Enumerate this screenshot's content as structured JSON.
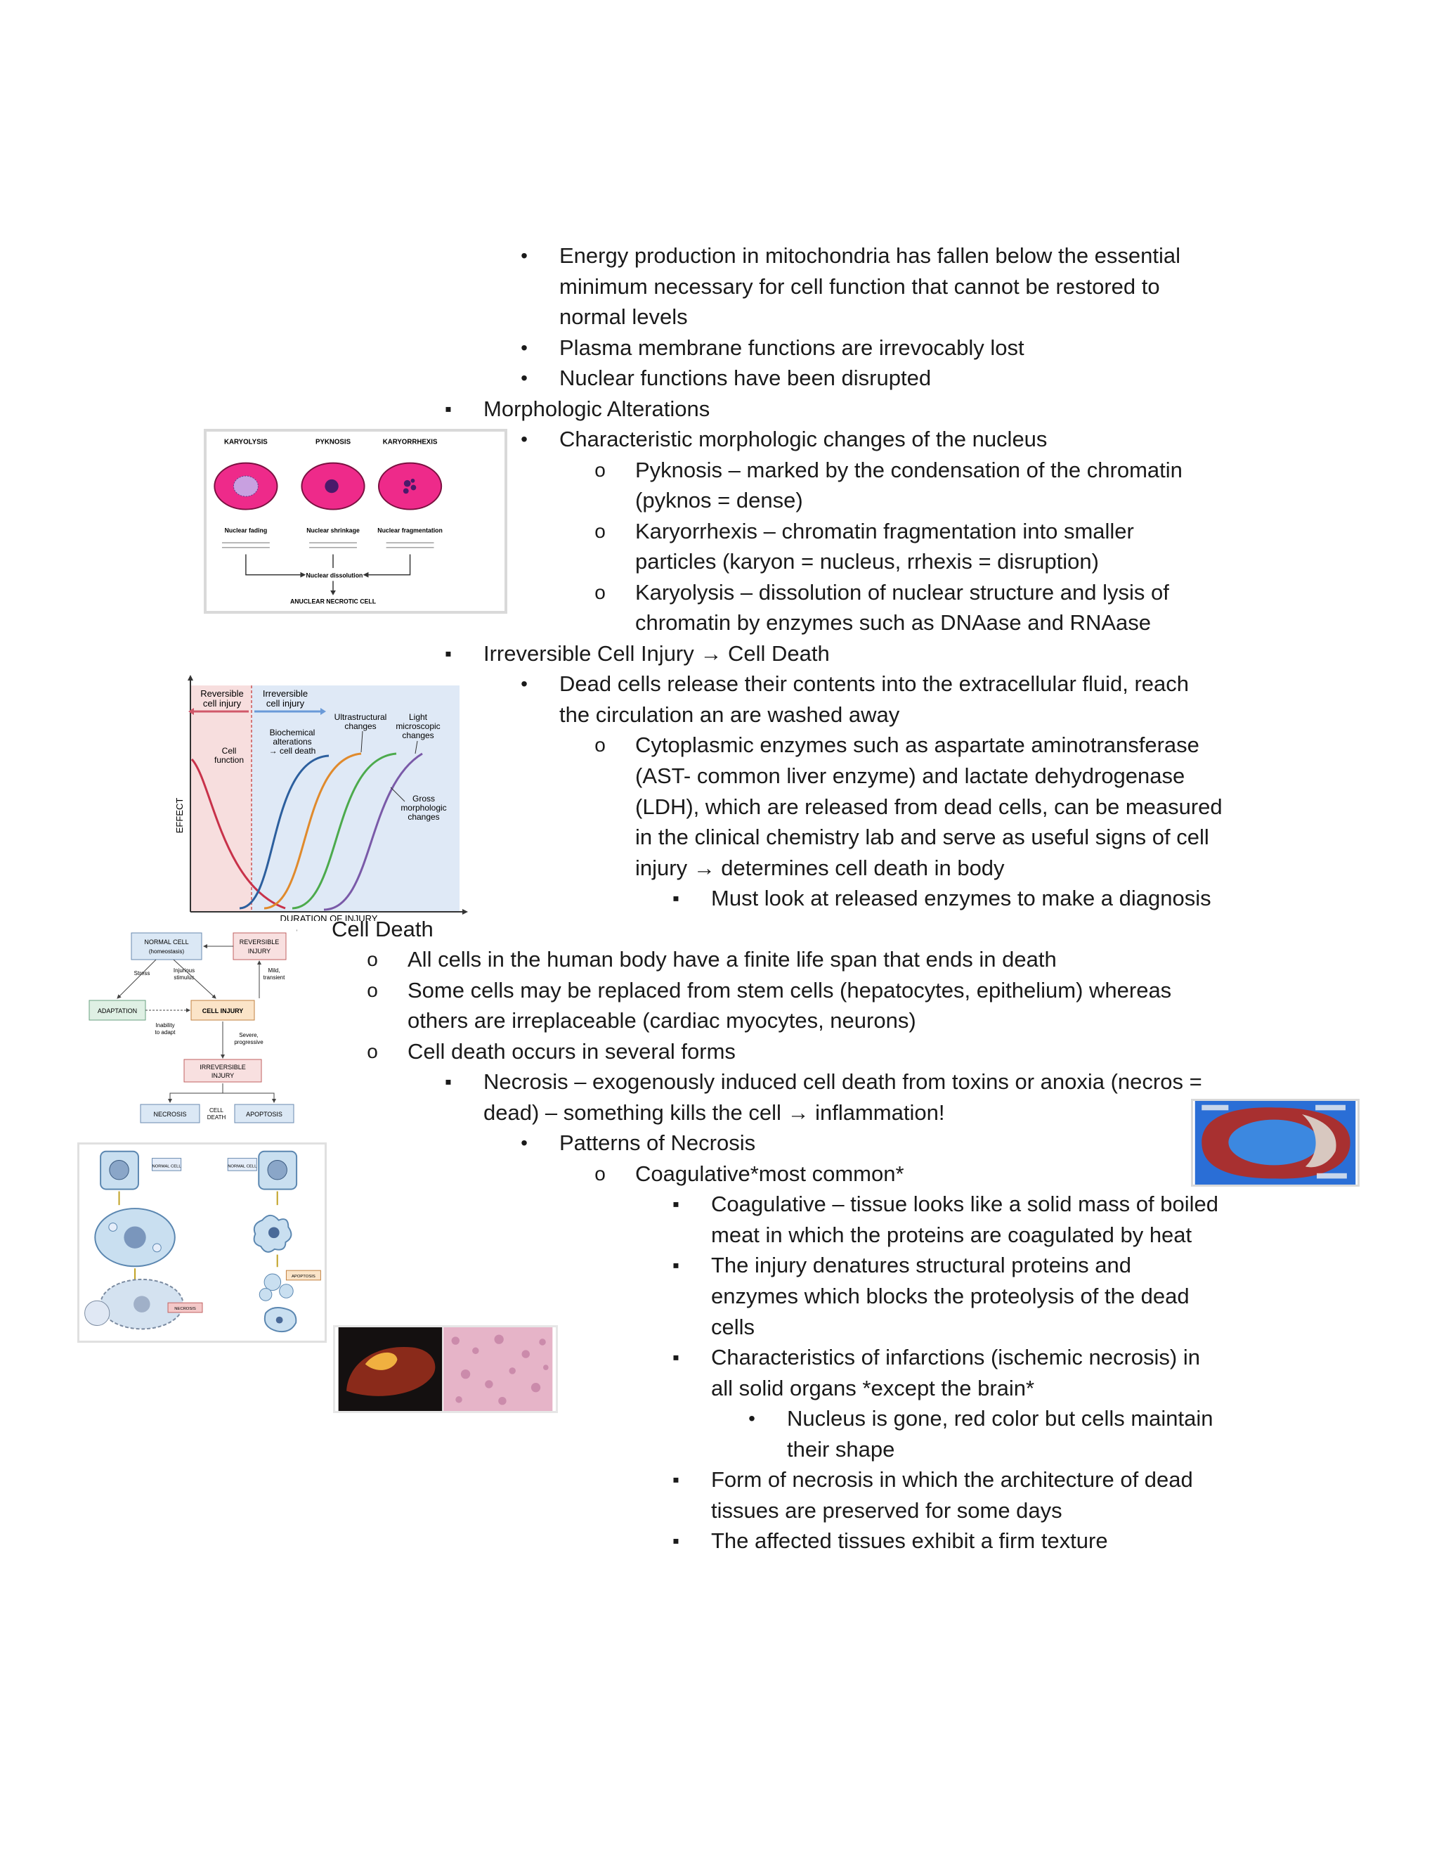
{
  "body_lines": [
    {
      "text": "Energy production in mitochondria has fallen below the essential"
    },
    {
      "text": "minimum necessary for cell function that cannot be restored to"
    },
    {
      "text": "normal levels"
    },
    {
      "text": "Plasma membrane functions are irrevocably lost",
      "marker": "•"
    },
    {
      "text": "Nuclear functions have been disrupted",
      "marker": "•"
    },
    {
      "text": "Morphologic Alterations",
      "marker": "▪"
    },
    {
      "text": "Characteristic morphologic changes of the nucleus",
      "marker": "•"
    },
    {
      "text": "Pyknosis – marked by the condensation of the chromatin",
      "marker": "o"
    },
    {
      "text": "(pyknos = dense)"
    },
    {
      "text": "Karyorrhexis – chromatin fragmentation into smaller",
      "marker": "o"
    },
    {
      "text": "particles (karyon = nucleus, rrhexis = disruption)"
    },
    {
      "text": "Karyolysis – dissolution of nuclear structure and lysis of",
      "marker": "o"
    },
    {
      "text": "chromatin by enzymes such as DNAase and RNAase"
    },
    {
      "text": "Irreversible Cell Injury → Cell Death",
      "marker": "▪"
    },
    {
      "text": "Dead cells release their contents into the extracellular fluid, reach",
      "marker": "•"
    },
    {
      "text": "the circulation an are washed away"
    },
    {
      "text": "Cytoplasmic enzymes such as aspartate aminotransferase",
      "marker": "o"
    },
    {
      "text": "(AST- common liver enzyme) and lactate dehydrogenase"
    },
    {
      "text": "(LDH), which are released from dead cells, can be measured"
    },
    {
      "text": "in the clinical chemistry lab and serve as useful signs of cell"
    },
    {
      "text": "injury → determines cell death in body"
    },
    {
      "text": "Must look at released enzymes to make a diagnosis",
      "marker": "▪"
    },
    {
      "text": "Cell Death",
      "marker": "-"
    },
    {
      "text": "All cells in the human body have a finite life span that ends in death",
      "marker": "o"
    },
    {
      "text": "Some cells may be replaced from stem cells (hepatocytes, epithelium) whereas",
      "marker": "o"
    },
    {
      "text": "others are irreplaceable (cardiac myocytes, neurons)"
    },
    {
      "text": "Cell death occurs in several forms",
      "marker": "o"
    },
    {
      "text": "Necrosis – exogenously induced cell death from toxins or anoxia (necros =",
      "marker": "▪"
    },
    {
      "text": "dead) – something kills the cell → inflammation!"
    },
    {
      "text": "Patterns of Necrosis",
      "marker": "•"
    },
    {
      "text": "Coagulative*most common*",
      "marker": "o"
    },
    {
      "text": "Coagulative – tissue looks like a solid mass of boiled",
      "marker": "▪"
    },
    {
      "text": "meat in which the proteins are coagulated by heat"
    },
    {
      "text": "The injury denatures structural proteins and",
      "marker": "▪"
    },
    {
      "text": "enzymes which blocks the proteolysis of the dead"
    },
    {
      "text": "cells"
    },
    {
      "text": "Characteristics of infarctions (ischemic necrosis) in",
      "marker": "▪"
    },
    {
      "text": "all solid organs *except the brain*"
    },
    {
      "text": "Nucleus is gone, red color but cells maintain",
      "marker": "•"
    },
    {
      "text": "their shape"
    },
    {
      "text": "Form of necrosis in which the architecture of dead",
      "marker": "▪"
    },
    {
      "text": "tissues are preserved for some days"
    },
    {
      "text": "The affected tissues exhibit a firm texture",
      "marker": "▪"
    }
  ],
  "first_bullet": "•",
  "fig_nucleus": {
    "heads": [
      "KARYOLYSIS",
      "PYKNOSIS",
      "KARYORRHEXIS"
    ],
    "captions": [
      "Nuclear fading",
      "Nuclear shrinkage",
      "Nuclear fragmentation"
    ],
    "dissolution": "Nuclear dissolution",
    "result": "ANUCLEAR NECROTIC CELL"
  },
  "fig_curve": {
    "reversible": "Reversible",
    "reversible2": "cell injury",
    "irreversible": "Irreversible",
    "irreversible2": "cell injury",
    "ultra1": "Ultrastructural",
    "ultra2": "changes",
    "light1": "Light",
    "light2": "microscopic",
    "light3": "changes",
    "bio1": "Biochemical",
    "bio2": "alterations",
    "bio3": "→ cell death",
    "cell1": "Cell",
    "cell2": "function",
    "gross1": "Gross",
    "gross2": "morphologic",
    "gross3": "changes",
    "yaxis": "EFFECT",
    "xaxis": "DURATION OF INJURY"
  },
  "fig_flow": {
    "normal1": "NORMAL CELL",
    "normal2": "(homeostasis)",
    "reversible1": "REVERSIBLE",
    "reversible2": "INJURY",
    "stress": "Stress",
    "injurious1": "Injurious",
    "injurious2": "stimulus",
    "mild1": "Mild,",
    "mild2": "transient",
    "adaptation": "ADAPTATION",
    "inability1": "Inability",
    "inability2": "to adapt",
    "cellinjury": "CELL INJURY",
    "severe1": "Severe,",
    "severe2": "progressive",
    "irrev1": "IRREVERSIBLE",
    "irrev2": "INJURY",
    "necrosis": "NECROSIS",
    "death1": "CELL",
    "death2": "DEATH",
    "apoptosis": "APOPTOSIS"
  },
  "fig_cells": {
    "normal_a": "NORMAL CELL",
    "normal_b": "NORMAL CELL",
    "necrosis": "NECROSIS",
    "apoptosis": "APOPTOSIS"
  },
  "colors": {
    "nucleus_cell": "#ee2a8a",
    "reversible_zone": "#f7dede",
    "irreversible_zone": "#dfe9f6",
    "curve_cell_function": "#c8324a",
    "curve_biochem": "#2c5f9e",
    "curve_ultra": "#e08a2c",
    "curve_light": "#4caa4c",
    "curve_gross": "#7a5aa8",
    "heart_wall": "#a83030",
    "heart_bg": "#2a6ed6"
  }
}
